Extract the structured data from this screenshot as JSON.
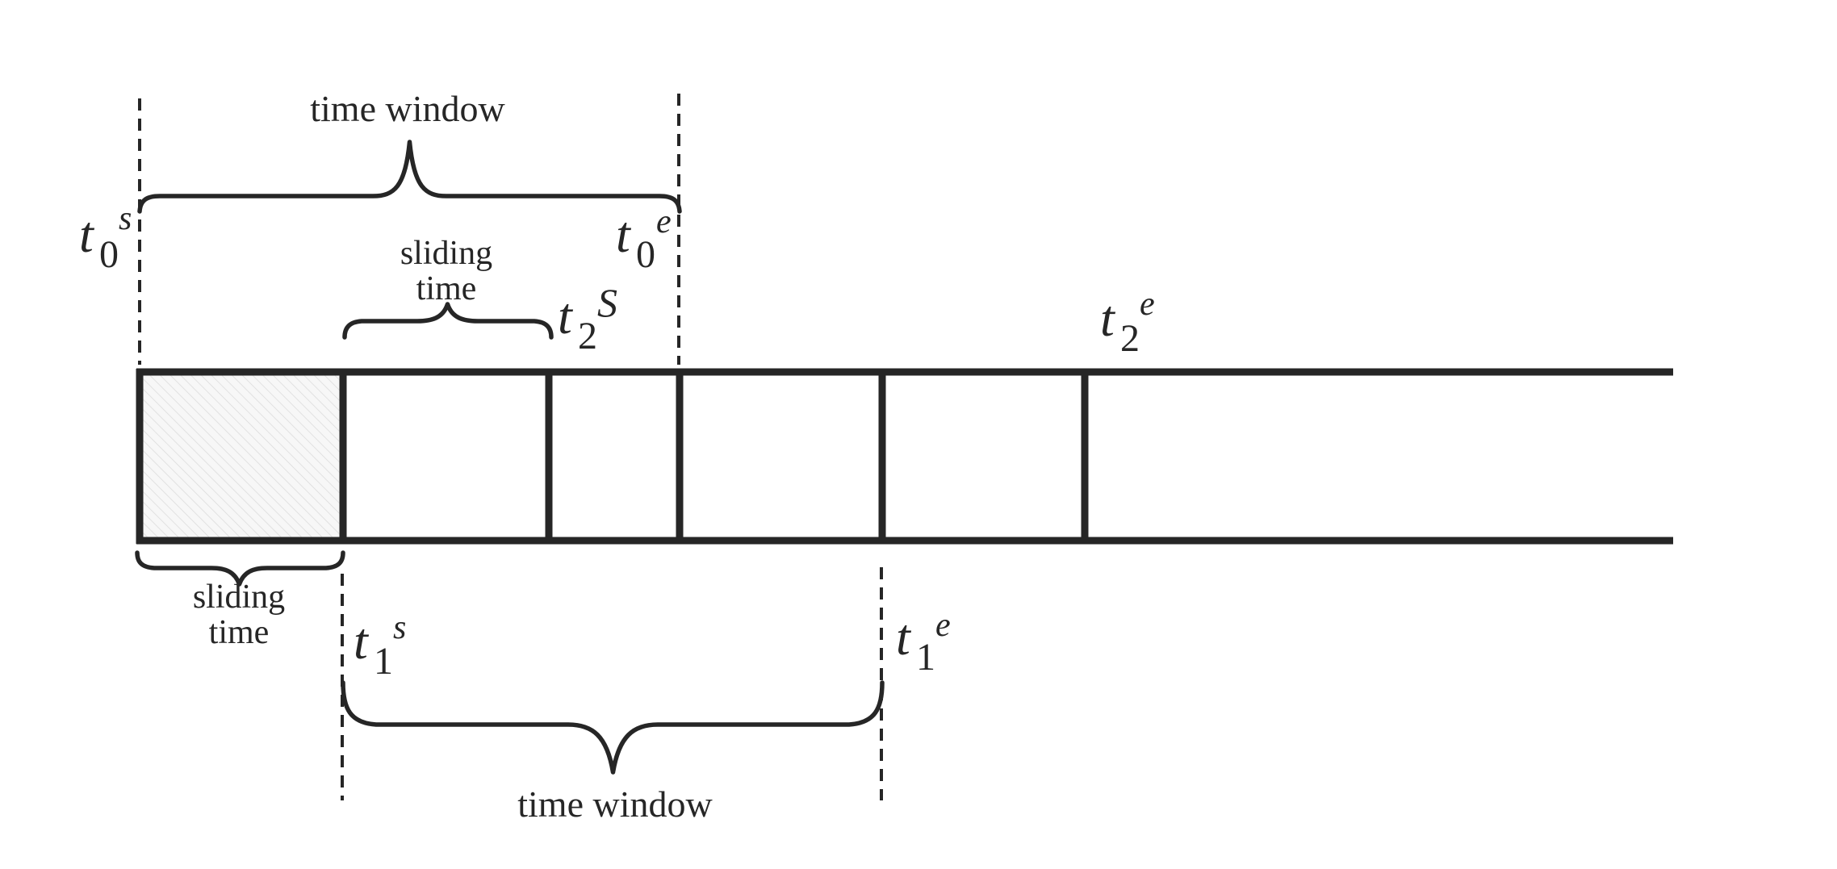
{
  "figure": {
    "background": "#ffffff",
    "stroke_color": "#262626",
    "shaded_fill": "#f7f7f7",
    "hatch_color": "#dcdcdc",
    "top": {
      "window_label": "time window",
      "sliding_label": [
        "sliding",
        "time"
      ],
      "t0_start": {
        "base": "t",
        "sub": "0",
        "sup": "s"
      },
      "t0_end": {
        "base": "t",
        "sub": "0",
        "sup": "e"
      },
      "t2_start": {
        "base": "t",
        "sub": "2",
        "sup": "S"
      },
      "t2_end": {
        "base": "t",
        "sub": "2",
        "sup": "e"
      }
    },
    "bottom": {
      "sliding_label": [
        "sliding",
        "time"
      ],
      "window_label": "time window",
      "t1_start": {
        "base": "t",
        "sub": "1",
        "sup": "s"
      },
      "t1_end": {
        "base": "t",
        "sub": "1",
        "sup": "e"
      }
    },
    "timeline": {
      "segments": 6,
      "shaded_segment_index": 0,
      "open_right_end": true
    }
  }
}
